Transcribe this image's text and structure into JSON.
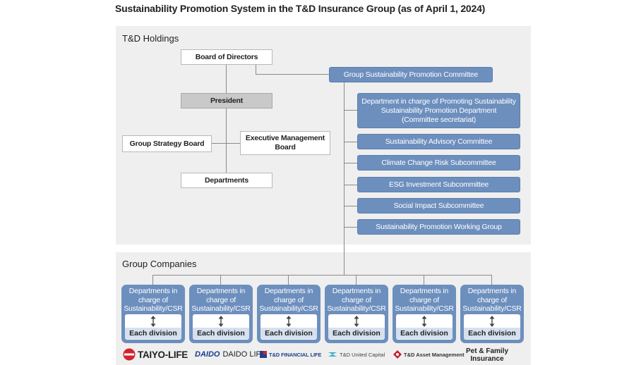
{
  "title": "Sustainability Promotion System in the T&D Insurance Group (as of April 1, 2024)",
  "holdings": {
    "label": "T&D Holdings",
    "board": "Board of Directors",
    "president": "President",
    "strategy_board": "Group Strategy Board",
    "exec_board": "Executive Management Board",
    "departments": "Departments"
  },
  "committee": {
    "main": "Group Sustainability Promotion Committee",
    "secretariat": [
      "Department in charge of Promoting Sustainability",
      "Sustainability Promotion Department",
      "(Committee secretariat)"
    ],
    "items": [
      "Sustainability Advisory Committee",
      "Climate Change Risk Subcommittee",
      "ESG Investment Subcommittee",
      "Social Impact Subcommittee",
      "Sustainability Promotion Working Group"
    ]
  },
  "companies": {
    "label": "Group Companies",
    "units": [
      {
        "top": [
          "Departments in",
          "charge of",
          "Sustainability/CSR"
        ],
        "bottom": "Each division"
      },
      {
        "top": [
          "Departments in",
          "charge of",
          "Sustainability/CSR"
        ],
        "bottom": "Each division"
      },
      {
        "top": [
          "Departments in",
          "charge of",
          "Sustainability/CSR"
        ],
        "bottom": "Each division"
      },
      {
        "top": [
          "Departments in",
          "charge of",
          "Sustainability/CSR"
        ],
        "bottom": "Each division"
      },
      {
        "top": [
          "Departments in",
          "charge of",
          "Sustainability/CSR"
        ],
        "bottom": "Each division"
      },
      {
        "top": [
          "Departments in",
          "charge of",
          "Sustainability/CSR"
        ],
        "bottom": "Each division"
      }
    ]
  },
  "logos": {
    "taiyo": "TAIYO-LIFE",
    "daido_mark": "DAIDO",
    "daido": "DAIDO LIFE",
    "tdfin": "T&D FINANCIAL LIFE",
    "tduc": "T&D United Capital",
    "tdam": "T&D Asset Management",
    "pet": [
      "Pet & Family",
      "Insurance"
    ]
  },
  "colors": {
    "panel": "#efefef",
    "committee_blue": "#6d8fbe",
    "division_light": "#d6e0ee",
    "taiyo_red": "#d3232f",
    "daido_blue": "#1a3c8f",
    "tdfin_blue": "#1f3f8a",
    "tduc_teal": "#3aa9c8",
    "tdam_red": "#c8202c"
  }
}
